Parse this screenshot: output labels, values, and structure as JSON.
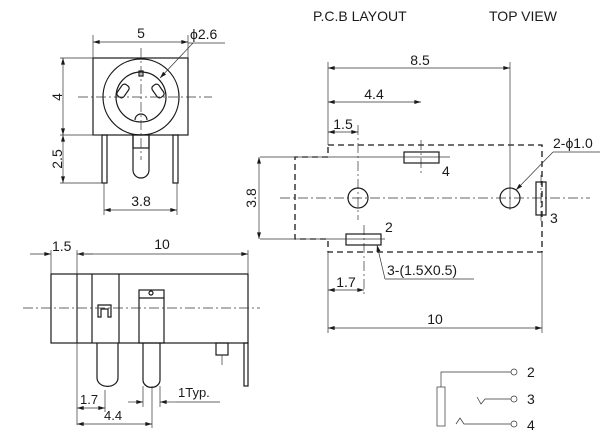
{
  "header": {
    "pcb_layout": "P.C.B LAYOUT",
    "top_view": "TOP VIEW"
  },
  "front_view": {
    "width_dim": "5",
    "diameter": "ϕ2.6",
    "height_dim": "4",
    "pin_len_dim": "2.5",
    "pin_span_dim": "3.8"
  },
  "side_view": {
    "front_dim": "1.5",
    "length_dim": "10",
    "pin1_dim": "1.7",
    "pin2_dim": "4.4",
    "pin_width_dim": "1Typ."
  },
  "pcb": {
    "dim_8_5": "8.5",
    "dim_4_4": "4.4",
    "dim_1_5": "1.5",
    "dim_3_8": "3.8",
    "dim_1_7": "1.7",
    "dim_10": "10",
    "holes": "2-ϕ1.0",
    "pads": "3-(1.5X0.5)",
    "pad_labels": [
      "2",
      "3",
      "4"
    ]
  },
  "schematic": {
    "pins": [
      "2",
      "3",
      "4"
    ]
  }
}
